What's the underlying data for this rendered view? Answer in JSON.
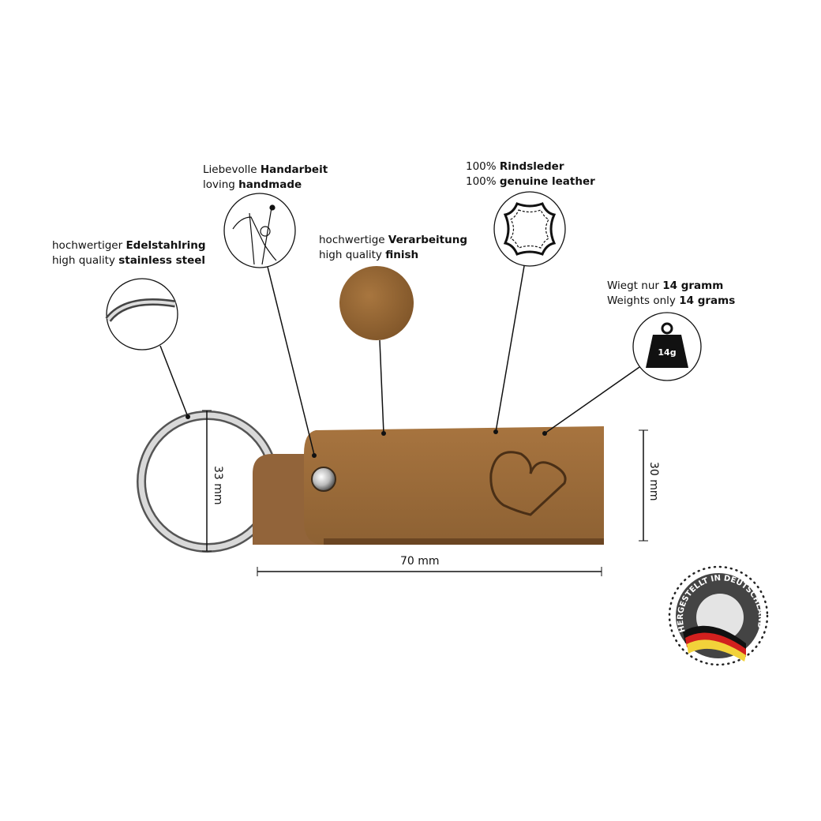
{
  "callouts": [
    {
      "id": "ring",
      "line1_normal": "hochwertiger ",
      "line1_bold": "Edelstahlring",
      "line2_normal": "high quality ",
      "line2_bold": "stainless steel",
      "icon": "key-ring-closeup-icon"
    },
    {
      "id": "handmade",
      "line1_normal": "Liebevolle ",
      "line1_bold": "Handarbeit",
      "line2_normal": "loving ",
      "line2_bold": "handmade",
      "icon": "needle-thread-icon"
    },
    {
      "id": "finish",
      "line1_normal": "hochwertige ",
      "line1_bold": "Verarbeitung",
      "line2_normal": "high quality ",
      "line2_bold": "finish",
      "icon": "leather-texture-swatch-icon"
    },
    {
      "id": "leather",
      "line1_normal": "100% ",
      "line1_bold": "Rindsleder",
      "line2_normal": "100% ",
      "line2_bold": "genuine leather",
      "icon": "leather-hide-icon"
    },
    {
      "id": "weight",
      "line1_normal": "Wiegt nur ",
      "line1_bold": "14 gramm",
      "line2_normal": "Weights only ",
      "line2_bold": "14 grams",
      "icon": "weight-icon",
      "icon_label": "14g"
    }
  ],
  "dimensions": {
    "ring_diameter": "33 mm",
    "length": "70 mm",
    "width": "30 mm"
  },
  "badge": {
    "text": "HERGESTELLT IN DEUTSCHLAND"
  },
  "colors": {
    "leather": "#9a6a3a",
    "leather_dark": "#7a5028",
    "steel": "#c8c8c8"
  }
}
